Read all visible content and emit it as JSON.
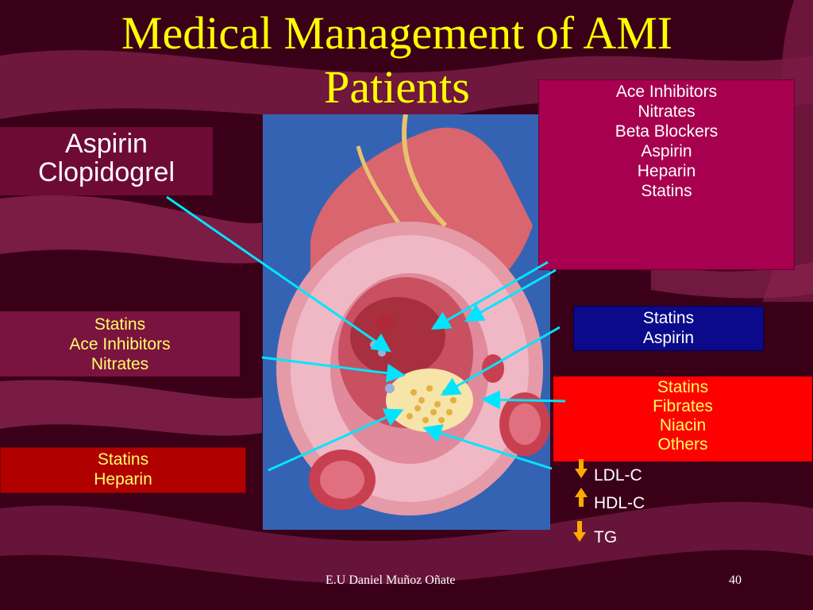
{
  "slide": {
    "title": "Medical Management of AMI Patients",
    "footer_author": "E.U Daniel Muñoz Oñate",
    "page_number": "40"
  },
  "boxes": {
    "top_right": [
      "Ace Inhibitors",
      "Nitrates",
      "Beta Blockers",
      "Aspirin",
      "Heparin",
      "Statins"
    ],
    "aspirin": [
      "Aspirin",
      "Clopidogrel"
    ],
    "statins_left": [
      "Statins",
      "Ace Inhibitors",
      "Nitrates"
    ],
    "statins_heparin": [
      "Statins",
      "Heparin"
    ],
    "blue": [
      "Statins",
      "Aspirin"
    ],
    "red": [
      "Statins",
      "Fibrates",
      "Niacin",
      "Others"
    ]
  },
  "lipids": [
    {
      "label": "LDL-C",
      "direction": "down"
    },
    {
      "label": "HDL-C",
      "direction": "up"
    },
    {
      "label": "TG",
      "direction": "down"
    }
  ],
  "colors": {
    "title": "#ffff00",
    "arrow": "#00e5ff",
    "lipid_arrow": "#ffaa00"
  }
}
